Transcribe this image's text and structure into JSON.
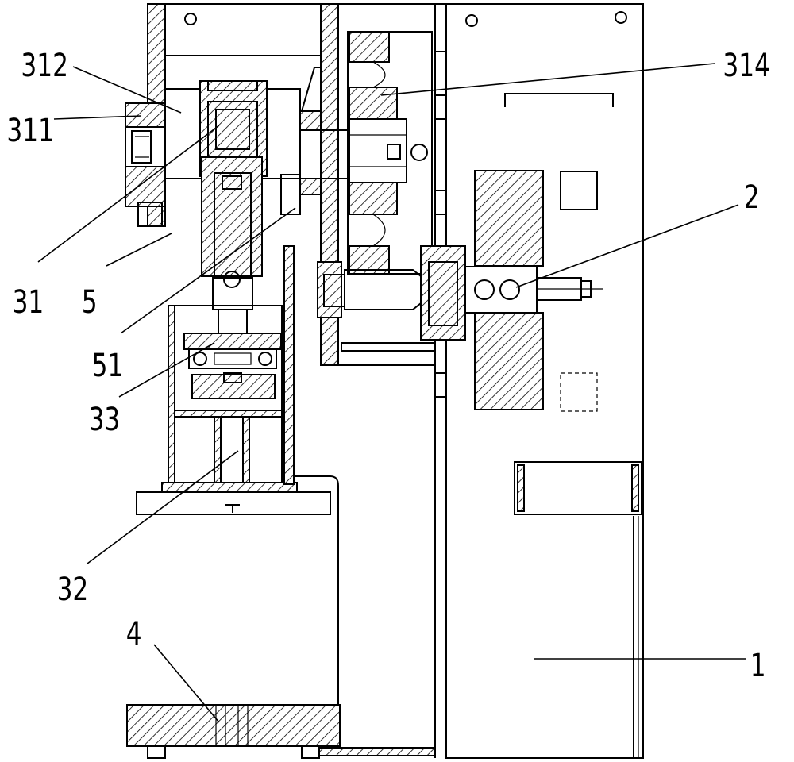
{
  "labels": {
    "l312": "312",
    "l311": "311",
    "l31": "31",
    "l5": "5",
    "l51": "51",
    "l33": "33",
    "l32": "32",
    "l4": "4",
    "l314": "314",
    "l2": "2",
    "l1": "1"
  }
}
